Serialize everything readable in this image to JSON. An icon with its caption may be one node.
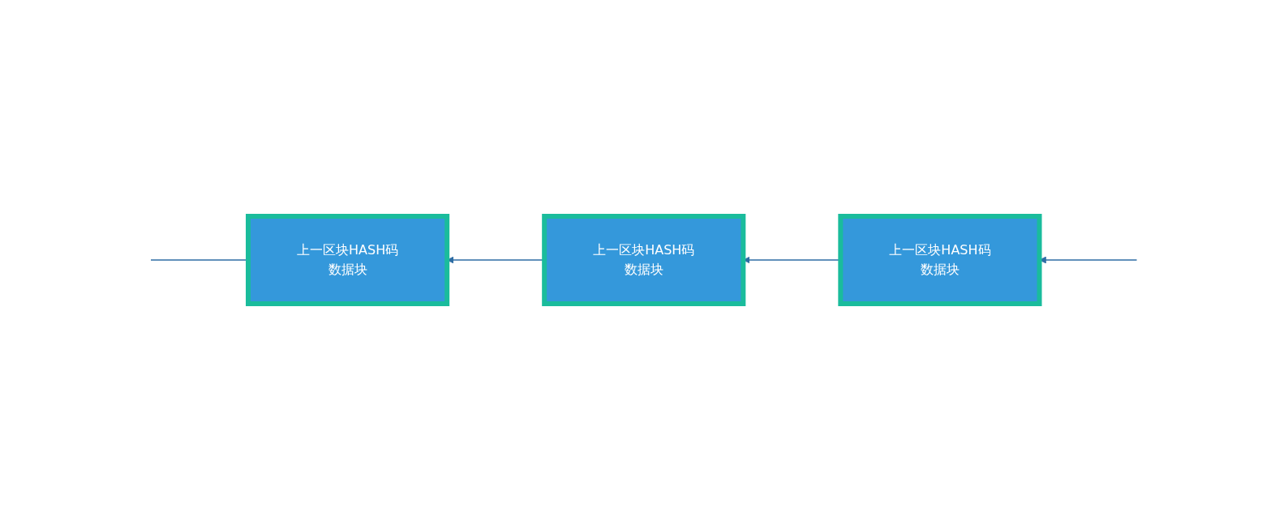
{
  "diagram": {
    "nodes": [
      {
        "text": [
          "上一区块HASH码",
          "数据块"
        ]
      },
      {
        "text": [
          "上一区块HASH码",
          "数据块"
        ]
      },
      {
        "text": [
          "上一区块HASH码",
          "数据块"
        ]
      }
    ],
    "edges": [
      {
        "from": 0,
        "to": null,
        "arrow": "none"
      },
      {
        "from": 1,
        "to": 0,
        "arrow": "to"
      },
      {
        "from": 2,
        "to": 1,
        "arrow": "to"
      },
      {
        "from": null,
        "to": 2,
        "arrow": "to"
      }
    ]
  }
}
